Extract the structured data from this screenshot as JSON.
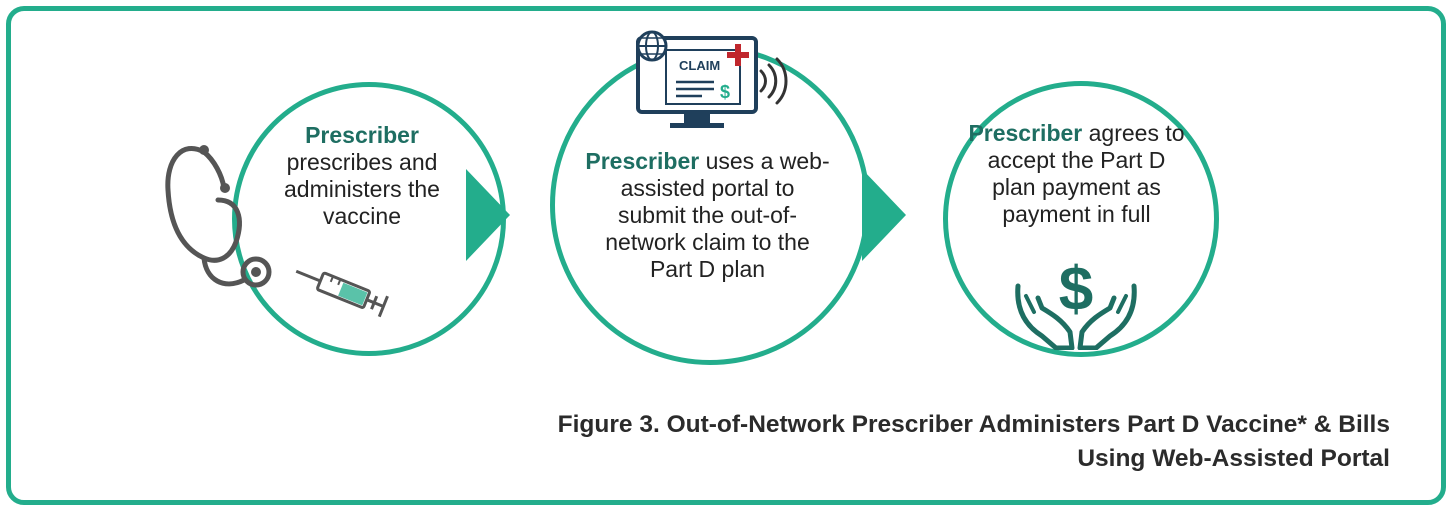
{
  "steps": [
    {
      "bold": "Prescriber",
      "text": "prescribes and administers the vaccine",
      "icons": [
        "stethoscope-icon",
        "syringe-icon"
      ]
    },
    {
      "bold": "Prescriber",
      "text": "uses a web-assisted portal to submit the out-of-network claim to the Part D plan",
      "icon_label": "CLAIM",
      "icon_currency": "$",
      "icons": [
        "monitor-claim-icon",
        "wireless-signal-icon"
      ]
    },
    {
      "bold": "Prescriber",
      "text": "agrees to accept the Part D plan payment as payment in full",
      "icon_currency": "$",
      "icons": [
        "hands-dollar-icon"
      ]
    }
  ],
  "caption": {
    "line1": "Figure 3. Out-of-Network Prescriber Administers Part D Vaccine* & Bills",
    "line2": "Using Web-Assisted Portal"
  },
  "colors": {
    "accent": "#23ad8c",
    "heading": "#1e6e62",
    "icon_gray": "#555555",
    "monitor_navy": "#1f3f5b",
    "plus_red": "#c0272d"
  }
}
